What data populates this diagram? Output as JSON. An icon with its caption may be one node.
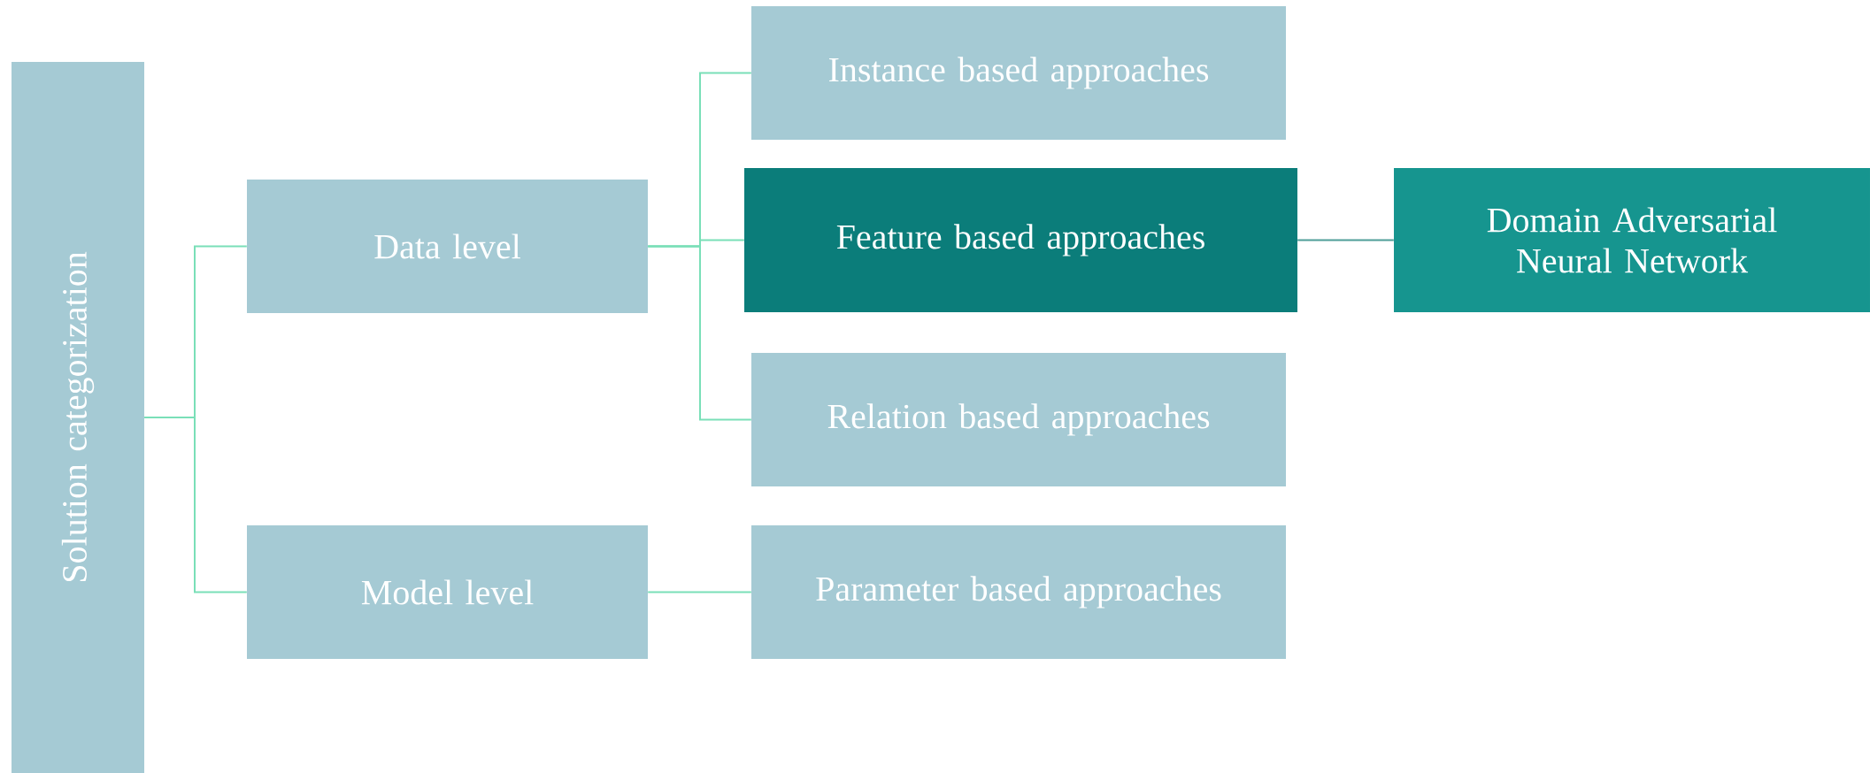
{
  "diagram": {
    "nodes": [
      {
        "text": [
          "Solution categorization"
        ]
      },
      {
        "text": [
          "Data level"
        ]
      },
      {
        "text": [
          "Model level"
        ]
      },
      {
        "text": [
          "Instance based approaches"
        ]
      },
      {
        "text": [
          "Feature based approaches"
        ]
      },
      {
        "text": [
          "Relation based approaches"
        ]
      },
      {
        "text": [
          "Parameter based approaches"
        ]
      },
      {
        "text": [
          "Domain Adversarial Neural Network"
        ]
      }
    ],
    "edges": [
      {
        "from": 0,
        "to": 1,
        "arrow": "none"
      },
      {
        "from": 0,
        "to": 2,
        "arrow": "none"
      },
      {
        "from": 1,
        "to": 3,
        "arrow": "none"
      },
      {
        "from": 1,
        "to": 4,
        "arrow": "none"
      },
      {
        "from": 1,
        "to": 5,
        "arrow": "none"
      },
      {
        "from": 2,
        "to": 6,
        "arrow": "none"
      },
      {
        "from": 4,
        "to": 7,
        "arrow": "none",
        "color": "#4f9e98"
      }
    ]
  }
}
